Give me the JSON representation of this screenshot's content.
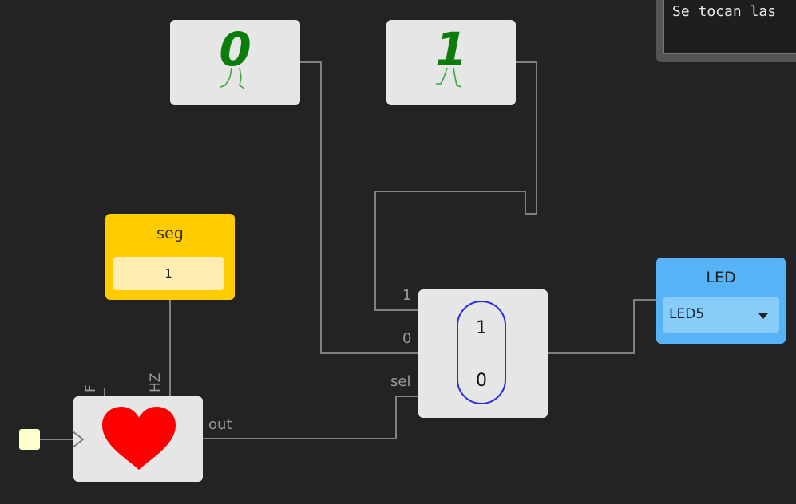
{
  "info_panel": {
    "text": "Se tocan las"
  },
  "constants": [
    {
      "value": "0"
    },
    {
      "value": "1"
    }
  ],
  "seg_block": {
    "title": "seg",
    "value": "1"
  },
  "led_block": {
    "title": "LED",
    "selected": "LED5"
  },
  "mux_block": {
    "top_value": "1",
    "bottom_value": "0",
    "ports": {
      "in1": "1",
      "in0": "0",
      "sel": "sel"
    }
  },
  "heart_block": {
    "ports": {
      "f": "F",
      "hz": "HZ",
      "out": "out"
    }
  },
  "colors": {
    "canvas": "#232323",
    "block": "#e6e6e6",
    "wire": "#808080",
    "seg": "#ffcc00",
    "led": "#55b3f6",
    "constant_digit": "#0c7d0c",
    "heart": "#ff0000",
    "mux_outline": "#2a2ae8"
  },
  "icons": [
    "heart-icon",
    "dropdown-caret-icon",
    "walking-legs-icon"
  ]
}
